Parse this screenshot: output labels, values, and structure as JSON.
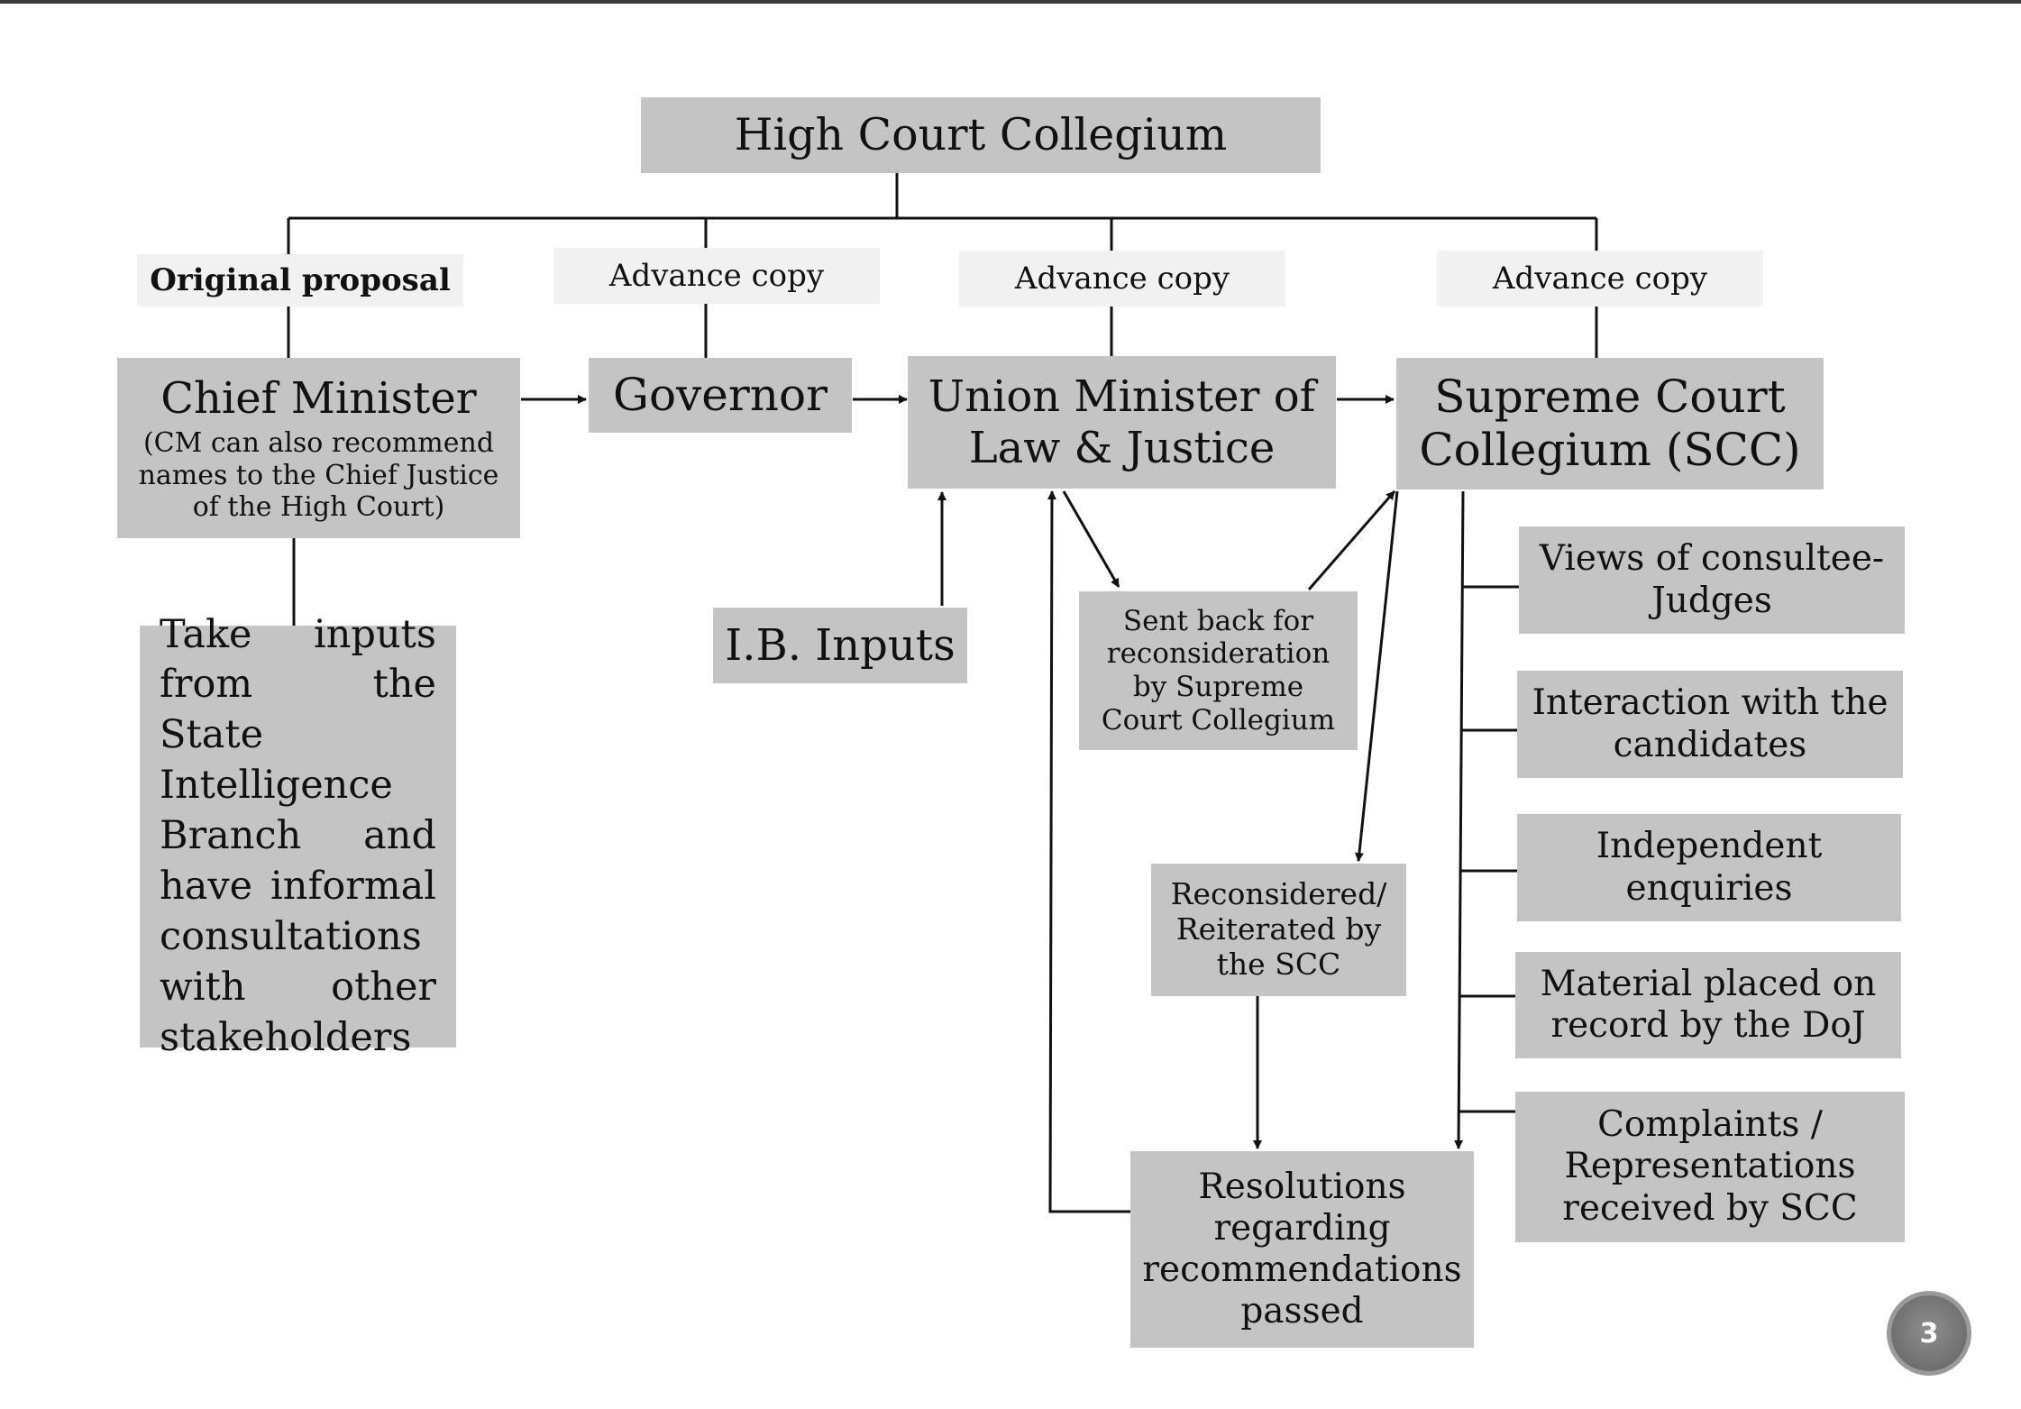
{
  "title": "High Court Collegium",
  "tags": {
    "original_proposal": "Original proposal",
    "advance_copy_governor": "Advance copy",
    "advance_copy_union": "Advance copy",
    "advance_copy_scc": "Advance copy"
  },
  "chief_minister": {
    "title": "Chief Minister",
    "note_lines": [
      "(CM can also recommend",
      "names to the Chief Justice",
      "of the High Court)"
    ]
  },
  "governor": "Governor",
  "union_minister": {
    "lines": [
      "Union Minister of",
      "Law & Justice"
    ]
  },
  "supreme_court": {
    "lines": [
      "Supreme Court",
      "Collegium (SCC)"
    ]
  },
  "state_inputs": "Take inputs from the State Intelligence Branch and have informal consultations with other stakeholders",
  "ib_inputs": "I.B. Inputs",
  "sent_back": {
    "lines": [
      "Sent back for",
      "reconsideration",
      "by Supreme",
      "Court Collegium"
    ]
  },
  "reconsidered": {
    "lines": [
      "Reconsidered/",
      "Reiterated by",
      "the SCC"
    ]
  },
  "resolutions": {
    "lines": [
      "Resolutions",
      "regarding",
      "recommendations",
      "passed"
    ]
  },
  "scc_inputs": [
    {
      "lines": [
        "Views of consultee-",
        "Judges"
      ]
    },
    {
      "lines": [
        "Interaction with the",
        "candidates"
      ]
    },
    {
      "lines": [
        "Independent",
        "enquiries"
      ]
    },
    {
      "lines": [
        "Material placed on",
        "record by the DoJ"
      ]
    },
    {
      "lines": [
        "Complaints /",
        "Representations",
        "received by SCC"
      ]
    }
  ],
  "page_number": "3"
}
